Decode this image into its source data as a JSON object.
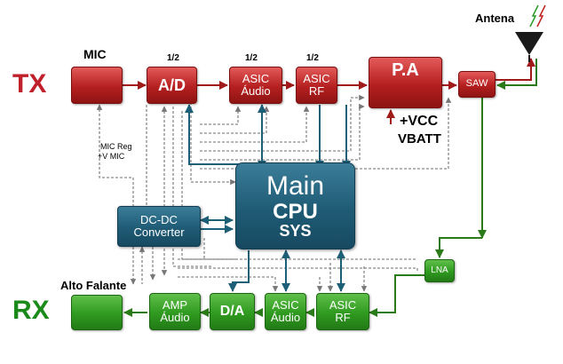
{
  "tx_label": "TX",
  "rx_label": "RX",
  "mic_label": "MIC",
  "speaker_label": "Alto Falante",
  "antenna_label": "Antena",
  "mic_reg_label": "MIC Reg",
  "v_mic_label": "+V MIC",
  "vcc_label": "+VCC",
  "vbatt_label": "VBATT",
  "tx_blocks": {
    "ad": {
      "fraction": "1/2",
      "text": "A/D"
    },
    "asic_audio": {
      "fraction": "1/2",
      "line1": "ASIC",
      "line2": "Áudio"
    },
    "asic_rf": {
      "fraction": "1/2",
      "line1": "ASIC",
      "line2": "RF"
    },
    "pa": {
      "text": "P.A"
    },
    "saw": {
      "text": "SAW"
    }
  },
  "cpu": {
    "line1": "Main",
    "line2": "CPU",
    "line3": "SYS"
  },
  "dcdc": {
    "line1": "DC-DC",
    "line2": "Converter"
  },
  "rx_blocks": {
    "amp": {
      "line1": "AMP",
      "line2": "Áudio"
    },
    "da": {
      "text": "D/A"
    },
    "asic_audio": {
      "line1": "ASIC",
      "line2": "Áudio"
    },
    "asic_rf": {
      "line1": "ASIC",
      "line2": "RF"
    },
    "lna": {
      "text": "LNA"
    }
  },
  "colors": {
    "tx": "#b51f1f",
    "rx": "#2f9a1f",
    "cpu": "#1f5b75",
    "signal_tx": "#a01a1a",
    "signal_rx": "#2a7a1a",
    "bus": "#1e5f78",
    "control": "#888888"
  }
}
